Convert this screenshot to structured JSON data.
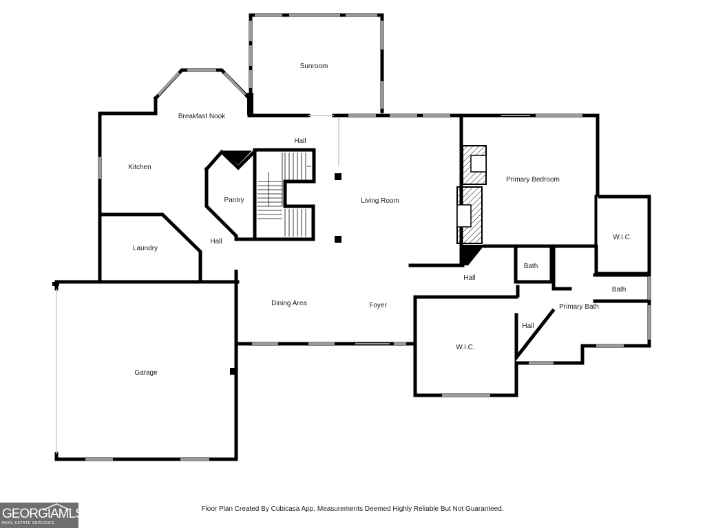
{
  "rooms": {
    "sunroom": "Sunroom",
    "breakfast_nook": "Breakfast Nook",
    "hall_top": "Hall",
    "kitchen": "Kitchen",
    "pantry": "Pantry",
    "living_room": "Living Room",
    "primary_bedroom": "Primary Bedroom",
    "wic_right": "W.I.C.",
    "laundry": "Laundry",
    "hall_left": "Hall",
    "bath_small": "Bath",
    "hall_mid": "Hall",
    "bath_right": "Bath",
    "dining_area": "Dining Area",
    "foyer": "Foyer",
    "primary_bath": "Primary Bath",
    "hall_small": "Hall",
    "wic_bottom": "W.I.C.",
    "garage": "Garage"
  },
  "footer": {
    "disclaimer": "Floor Plan Created By Cubicasa App. Measurements Deemed Highly Reliable But Not Guaranteed."
  },
  "logo": {
    "main": "GEORGIAMLS",
    "sub": "REAL ESTATE SERVICES"
  },
  "colors": {
    "wall": "#000000",
    "window": "#9a9a9a",
    "background": "#ffffff"
  }
}
